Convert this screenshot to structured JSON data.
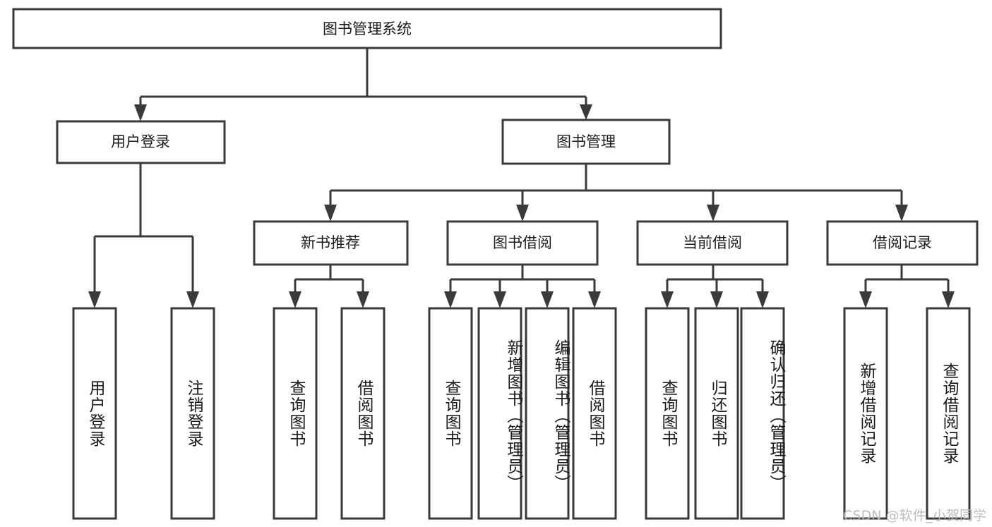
{
  "diagram": {
    "type": "tree-hierarchy",
    "title": "图书管理系统",
    "watermark": "CSDN @软件_小贺同学",
    "colors": {
      "background": "#ffffff",
      "box_stroke": "#3a3a3a",
      "box_fill": "#ffffff",
      "text": "#1a1a1a",
      "watermark": "#b9b9b9"
    },
    "levels": {
      "root": {
        "label": "图书管理系统"
      },
      "level1": [
        {
          "label": "用户登录"
        },
        {
          "label": "图书管理"
        }
      ],
      "level2": [
        {
          "label": "新书推荐"
        },
        {
          "label": "图书借阅"
        },
        {
          "label": "当前借阅"
        },
        {
          "label": "借阅记录"
        }
      ],
      "leaves": {
        "user_login": [
          {
            "label": "用户登录"
          },
          {
            "label": "注销登录"
          }
        ],
        "new_book": [
          {
            "label": "查询图书"
          },
          {
            "label": "借阅图书"
          }
        ],
        "book_borrow": [
          {
            "label": "查询图书"
          },
          {
            "label": "新增图书（管理员）"
          },
          {
            "label": "编辑图书（管理员）"
          },
          {
            "label": "借阅图书"
          }
        ],
        "current_borrow": [
          {
            "label": "查询图书"
          },
          {
            "label": "归还图书"
          },
          {
            "label": "确认归还（管理员）"
          }
        ],
        "borrow_record": [
          {
            "label": "新增借阅记录"
          },
          {
            "label": "查询借阅记录"
          }
        ]
      }
    }
  }
}
